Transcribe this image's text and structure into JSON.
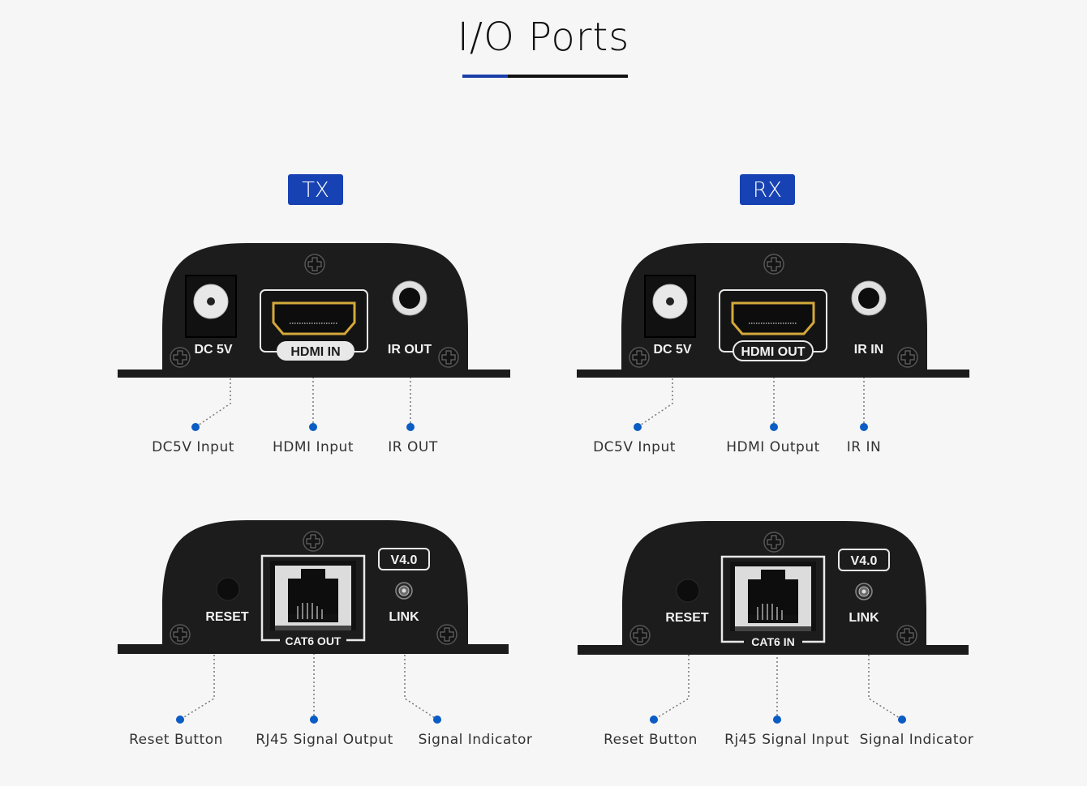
{
  "title": "I/O Ports",
  "colors": {
    "accent": "#1742b3",
    "dot": "#0b5cc4",
    "device": "#1c1c1c"
  },
  "tx": {
    "badge": "TX",
    "front": {
      "ports": {
        "dc": "DC 5V",
        "hdmi": "HDMI IN",
        "ir": "IR OUT"
      },
      "callouts": [
        "DC5V Input",
        "HDMI Input",
        "IR OUT"
      ]
    },
    "back": {
      "ports": {
        "reset": "RESET",
        "cat": "CAT6 OUT",
        "version": "V4.0",
        "link": "LINK"
      },
      "callouts": [
        "Reset Button",
        "RJ45 Signal Output",
        "Signal Indicator"
      ]
    }
  },
  "rx": {
    "badge": "RX",
    "front": {
      "ports": {
        "dc": "DC 5V",
        "hdmi": "HDMI OUT",
        "ir": "IR IN"
      },
      "callouts": [
        "DC5V Input",
        "HDMI Output",
        "IR IN"
      ]
    },
    "back": {
      "ports": {
        "reset": "RESET",
        "cat": "CAT6 IN",
        "version": "V4.0",
        "link": "LINK"
      },
      "callouts": [
        "Reset Button",
        "Rj45 Signal Input",
        "Signal Indicator"
      ]
    }
  }
}
